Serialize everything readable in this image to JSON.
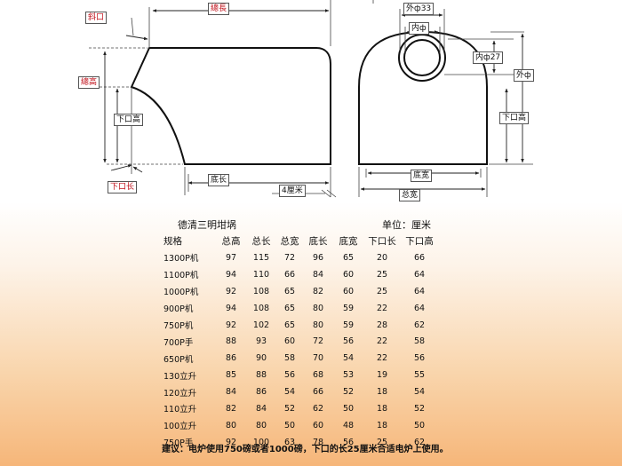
{
  "diagram": {
    "labels": {
      "slope": "斜口",
      "body_length": "總長",
      "body_height": "總高",
      "lower_height_left": "下口高",
      "lower_length": "下口长",
      "base_length": "底长",
      "flange": "4厘米",
      "outer_dia_top": "外ф33",
      "inner_dia": "内ф",
      "inner_dia_27": "内ф27",
      "outer_dia_right": "外ф",
      "lower_height_right": "下口高",
      "base_width": "底宽",
      "total_width": "总宽"
    }
  },
  "table": {
    "title": "德清三明坩埚",
    "unit": "单位：厘米",
    "headers": [
      "规格",
      "总高",
      "总长",
      "总宽",
      "底长",
      "底宽",
      "下口长",
      "下口高"
    ],
    "rows": [
      [
        "1300P机",
        "97",
        "115",
        "72",
        "96",
        "65",
        "20",
        "66"
      ],
      [
        "1100P机",
        "94",
        "110",
        "66",
        "84",
        "60",
        "25",
        "64"
      ],
      [
        "1000P机",
        "92",
        "108",
        "65",
        "82",
        "60",
        "25",
        "64"
      ],
      [
        "900P机",
        "94",
        "108",
        "65",
        "80",
        "59",
        "22",
        "64"
      ],
      [
        "750P机",
        "92",
        "102",
        "65",
        "80",
        "59",
        "28",
        "62"
      ],
      [
        "700P手",
        "88",
        "93",
        "60",
        "72",
        "56",
        "22",
        "58"
      ],
      [
        "650P机",
        "86",
        "90",
        "58",
        "70",
        "54",
        "22",
        "56"
      ],
      [
        "130立升",
        "85",
        "88",
        "56",
        "68",
        "53",
        "19",
        "55"
      ],
      [
        "120立升",
        "84",
        "86",
        "54",
        "66",
        "52",
        "18",
        "54"
      ],
      [
        "110立升",
        "82",
        "84",
        "52",
        "62",
        "50",
        "18",
        "52"
      ],
      [
        "100立升",
        "80",
        "80",
        "50",
        "60",
        "48",
        "18",
        "50"
      ],
      [
        "750P手",
        "92",
        "100",
        "63",
        "78",
        "56",
        "25",
        "62"
      ]
    ],
    "note": "建议：电炉使用750磅或者1000磅，下口的长25厘米合适电炉上使用。"
  }
}
